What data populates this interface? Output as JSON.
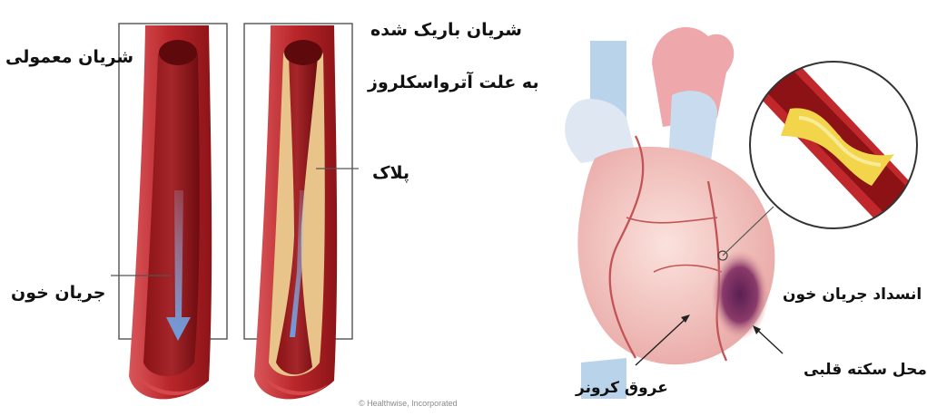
{
  "labels": {
    "normal_artery": "شریان معمولی",
    "narrowed_artery_line1": "شریان باریک شده",
    "narrowed_artery_line2": "به علت آترواسکلروز",
    "plaque": "پلاک",
    "blood_flow": "جریان خون",
    "blood_flow_blockage": "انسداد جریان خون",
    "heart_attack_site": "محل سکته قلبی",
    "coronary_arteries": "عروق کرونر"
  },
  "credit": "© Healthwise, Incorporated",
  "colors": {
    "artery_wall": "#b9262a",
    "artery_lumen": "#7e1014",
    "plaque": "#e8c48a",
    "blood_flow_arrow": "#7aa6e0",
    "heart_tissue": "#f2c8c3",
    "vein_blue": "#b9d3ea",
    "infarct": "#6b2a5a"
  }
}
